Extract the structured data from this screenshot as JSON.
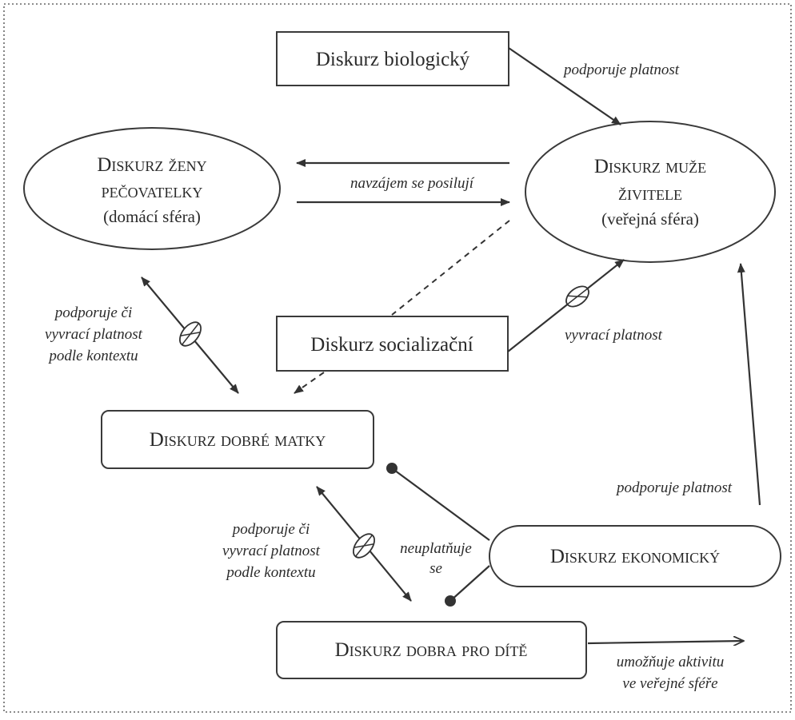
{
  "nodes": {
    "biologicky": {
      "text": "Diskurz biologický"
    },
    "zena": {
      "line1": "Diskurz ženy",
      "line2": "pečovatelky",
      "sub": "(domácí sféra)"
    },
    "muz": {
      "line1": "Diskurz muže",
      "line2": "živitele",
      "sub": "(veřejná sféra)"
    },
    "socializacni": {
      "text": "Diskurz socializační"
    },
    "matka": {
      "text": "Diskurz dobré matky"
    },
    "ekonomicky": {
      "text": "Diskurz ekonomický"
    },
    "dite": {
      "text": "Diskurz dobra pro dítě"
    }
  },
  "labels": {
    "bio_muz": "podporuje platnost",
    "vzajem": "navzájem se posilují",
    "zena_matka": [
      "podporuje či",
      "vyvrací platnost",
      "podle kontextu"
    ],
    "soc_muz": "vyvrací platnost",
    "eko_muz": "podporuje platnost",
    "matka_dite": [
      "podporuje či",
      "vyvrací platnost",
      "podle kontextu"
    ],
    "eko_neuplatnuje": [
      "neuplatňuje",
      "se"
    ],
    "dite_out": [
      "umožňuje aktivitu",
      "ve veřejné sféře"
    ]
  }
}
